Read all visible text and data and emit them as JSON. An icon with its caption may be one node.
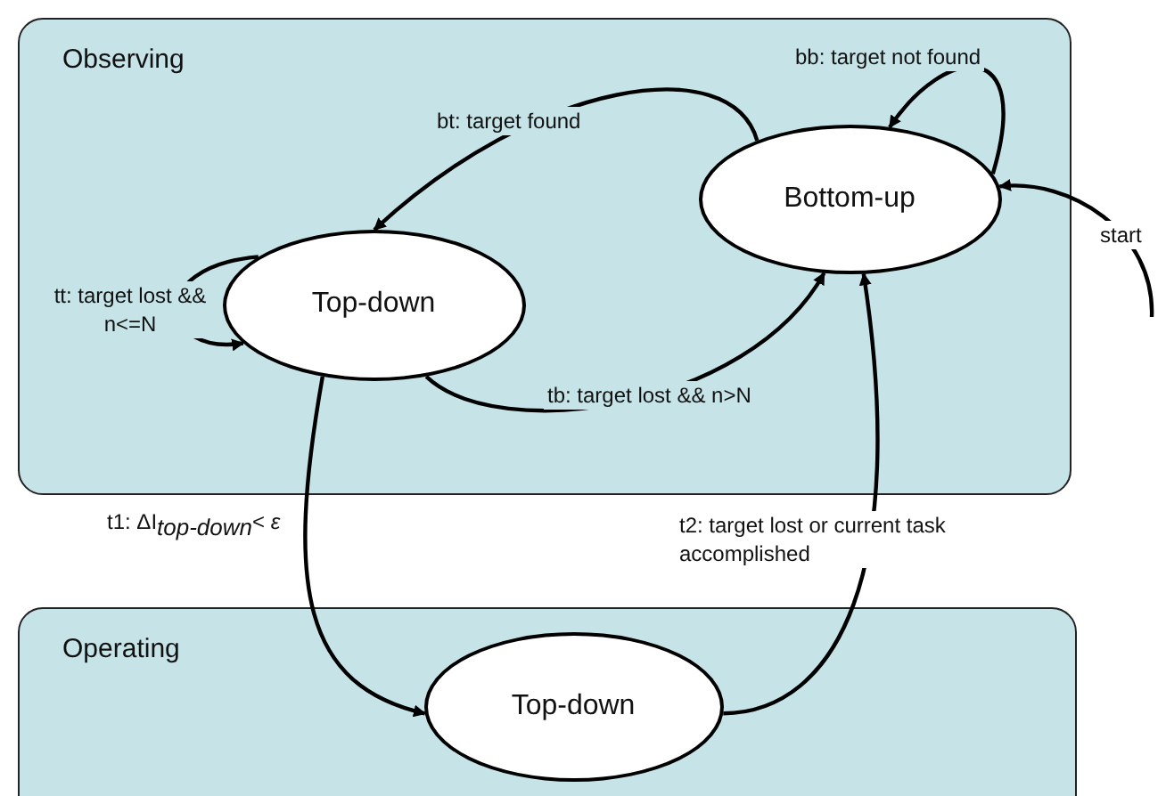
{
  "diagram": {
    "nodes": [
      {
        "text": [
          "Observing"
        ]
      },
      {
        "text": [
          "Bottom-up"
        ],
        "in": 0
      },
      {
        "text": [
          "Top-down"
        ],
        "in": 0
      },
      {
        "text": [
          "Operating"
        ]
      },
      {
        "text": [
          "Top-down"
        ],
        "in": 3
      }
    ],
    "edges": [
      {
        "from": 1,
        "to": 2,
        "arrow": "to",
        "label": "bt: target found"
      },
      {
        "from": 1,
        "to": 1,
        "arrow": "to",
        "label": "bb: target not found"
      },
      {
        "from": 2,
        "to": 2,
        "arrow": "to",
        "label": "tt: target lost && n<=N"
      },
      {
        "from": 2,
        "to": 1,
        "arrow": "to",
        "label": "tb: target lost && n>N"
      },
      {
        "from": 2,
        "to": 4,
        "arrow": "to",
        "label": "t1: ΔI$_{top-down}$< *ε*"
      },
      {
        "from": 4,
        "to": 1,
        "arrow": "to",
        "label": "t2: target lost or current task accomplished"
      },
      {
        "from": null,
        "to": 1,
        "arrow": "to",
        "label": "start"
      }
    ]
  }
}
